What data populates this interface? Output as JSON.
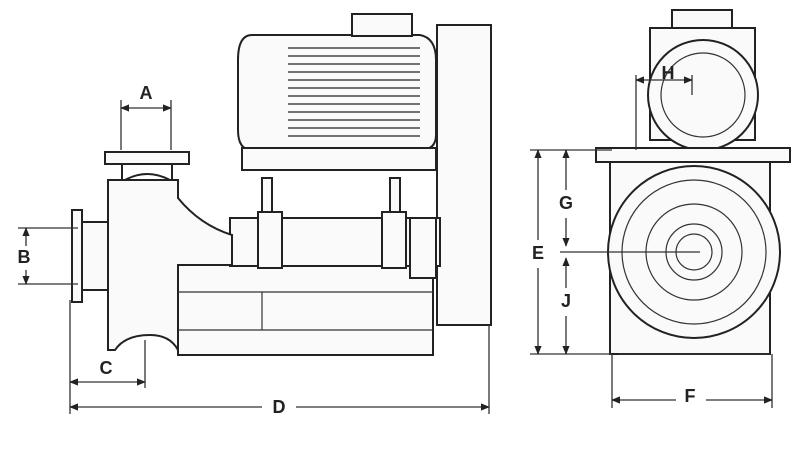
{
  "dimension_labels": {
    "A": "A",
    "B": "B",
    "C": "C",
    "D": "D",
    "E": "E",
    "F": "F",
    "G": "G",
    "H": "H",
    "J": "J"
  }
}
